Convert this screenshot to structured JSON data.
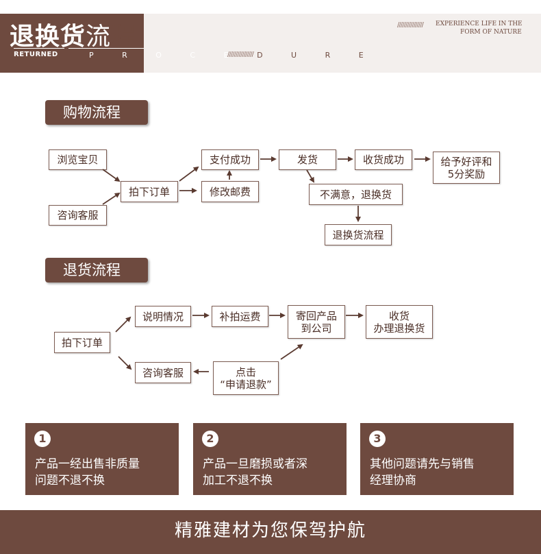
{
  "header": {
    "title_bold": "退换货",
    "title_light": "流",
    "title_tail": "程",
    "returned": "RETURNED",
    "procedure": "P R O C E",
    "procedure_tail": "D U R E",
    "slashes": "////////////////",
    "slogan_line1": "EXPERIENCE LIFE IN THE",
    "slogan_line2": "FORM OF NATURE"
  },
  "shopping": {
    "section_label": "购物流程",
    "browse": "浏览宝贝",
    "consult": "咨询客服",
    "order": "拍下订单",
    "pay": "支付成功",
    "modify_postage": "修改邮费",
    "ship": "发货",
    "received": "收货成功",
    "review_line1": "给予好评和",
    "review_line2": "5分奖励",
    "unsatisfied": "不满意，退换货",
    "return_process": "退换货流程"
  },
  "returns": {
    "section_label": "退货流程",
    "order": "拍下订单",
    "explain": "说明情况",
    "consult": "咨询客服",
    "postage": "补拍运费",
    "send_back_line1": "寄回产品",
    "send_back_line2": "到公司",
    "receive_line1": "收货",
    "receive_line2": "办理退换货",
    "click_line1": "点击",
    "click_line2": "“申请退款”"
  },
  "notes": [
    {
      "number": "1",
      "line1": "产品一经出售非质量",
      "line2": "问题不退不换"
    },
    {
      "number": "2",
      "line1": "产品一旦磨损或者深",
      "line2": "加工不退不换"
    },
    {
      "number": "3",
      "line1": "其他问题请先与销售",
      "line2": "经理协商"
    }
  ],
  "footer": {
    "slogan": "精雅建材为您保驾护航"
  },
  "colors": {
    "brand_brown": "#6e4a3f",
    "header_band": "#f3efed"
  }
}
